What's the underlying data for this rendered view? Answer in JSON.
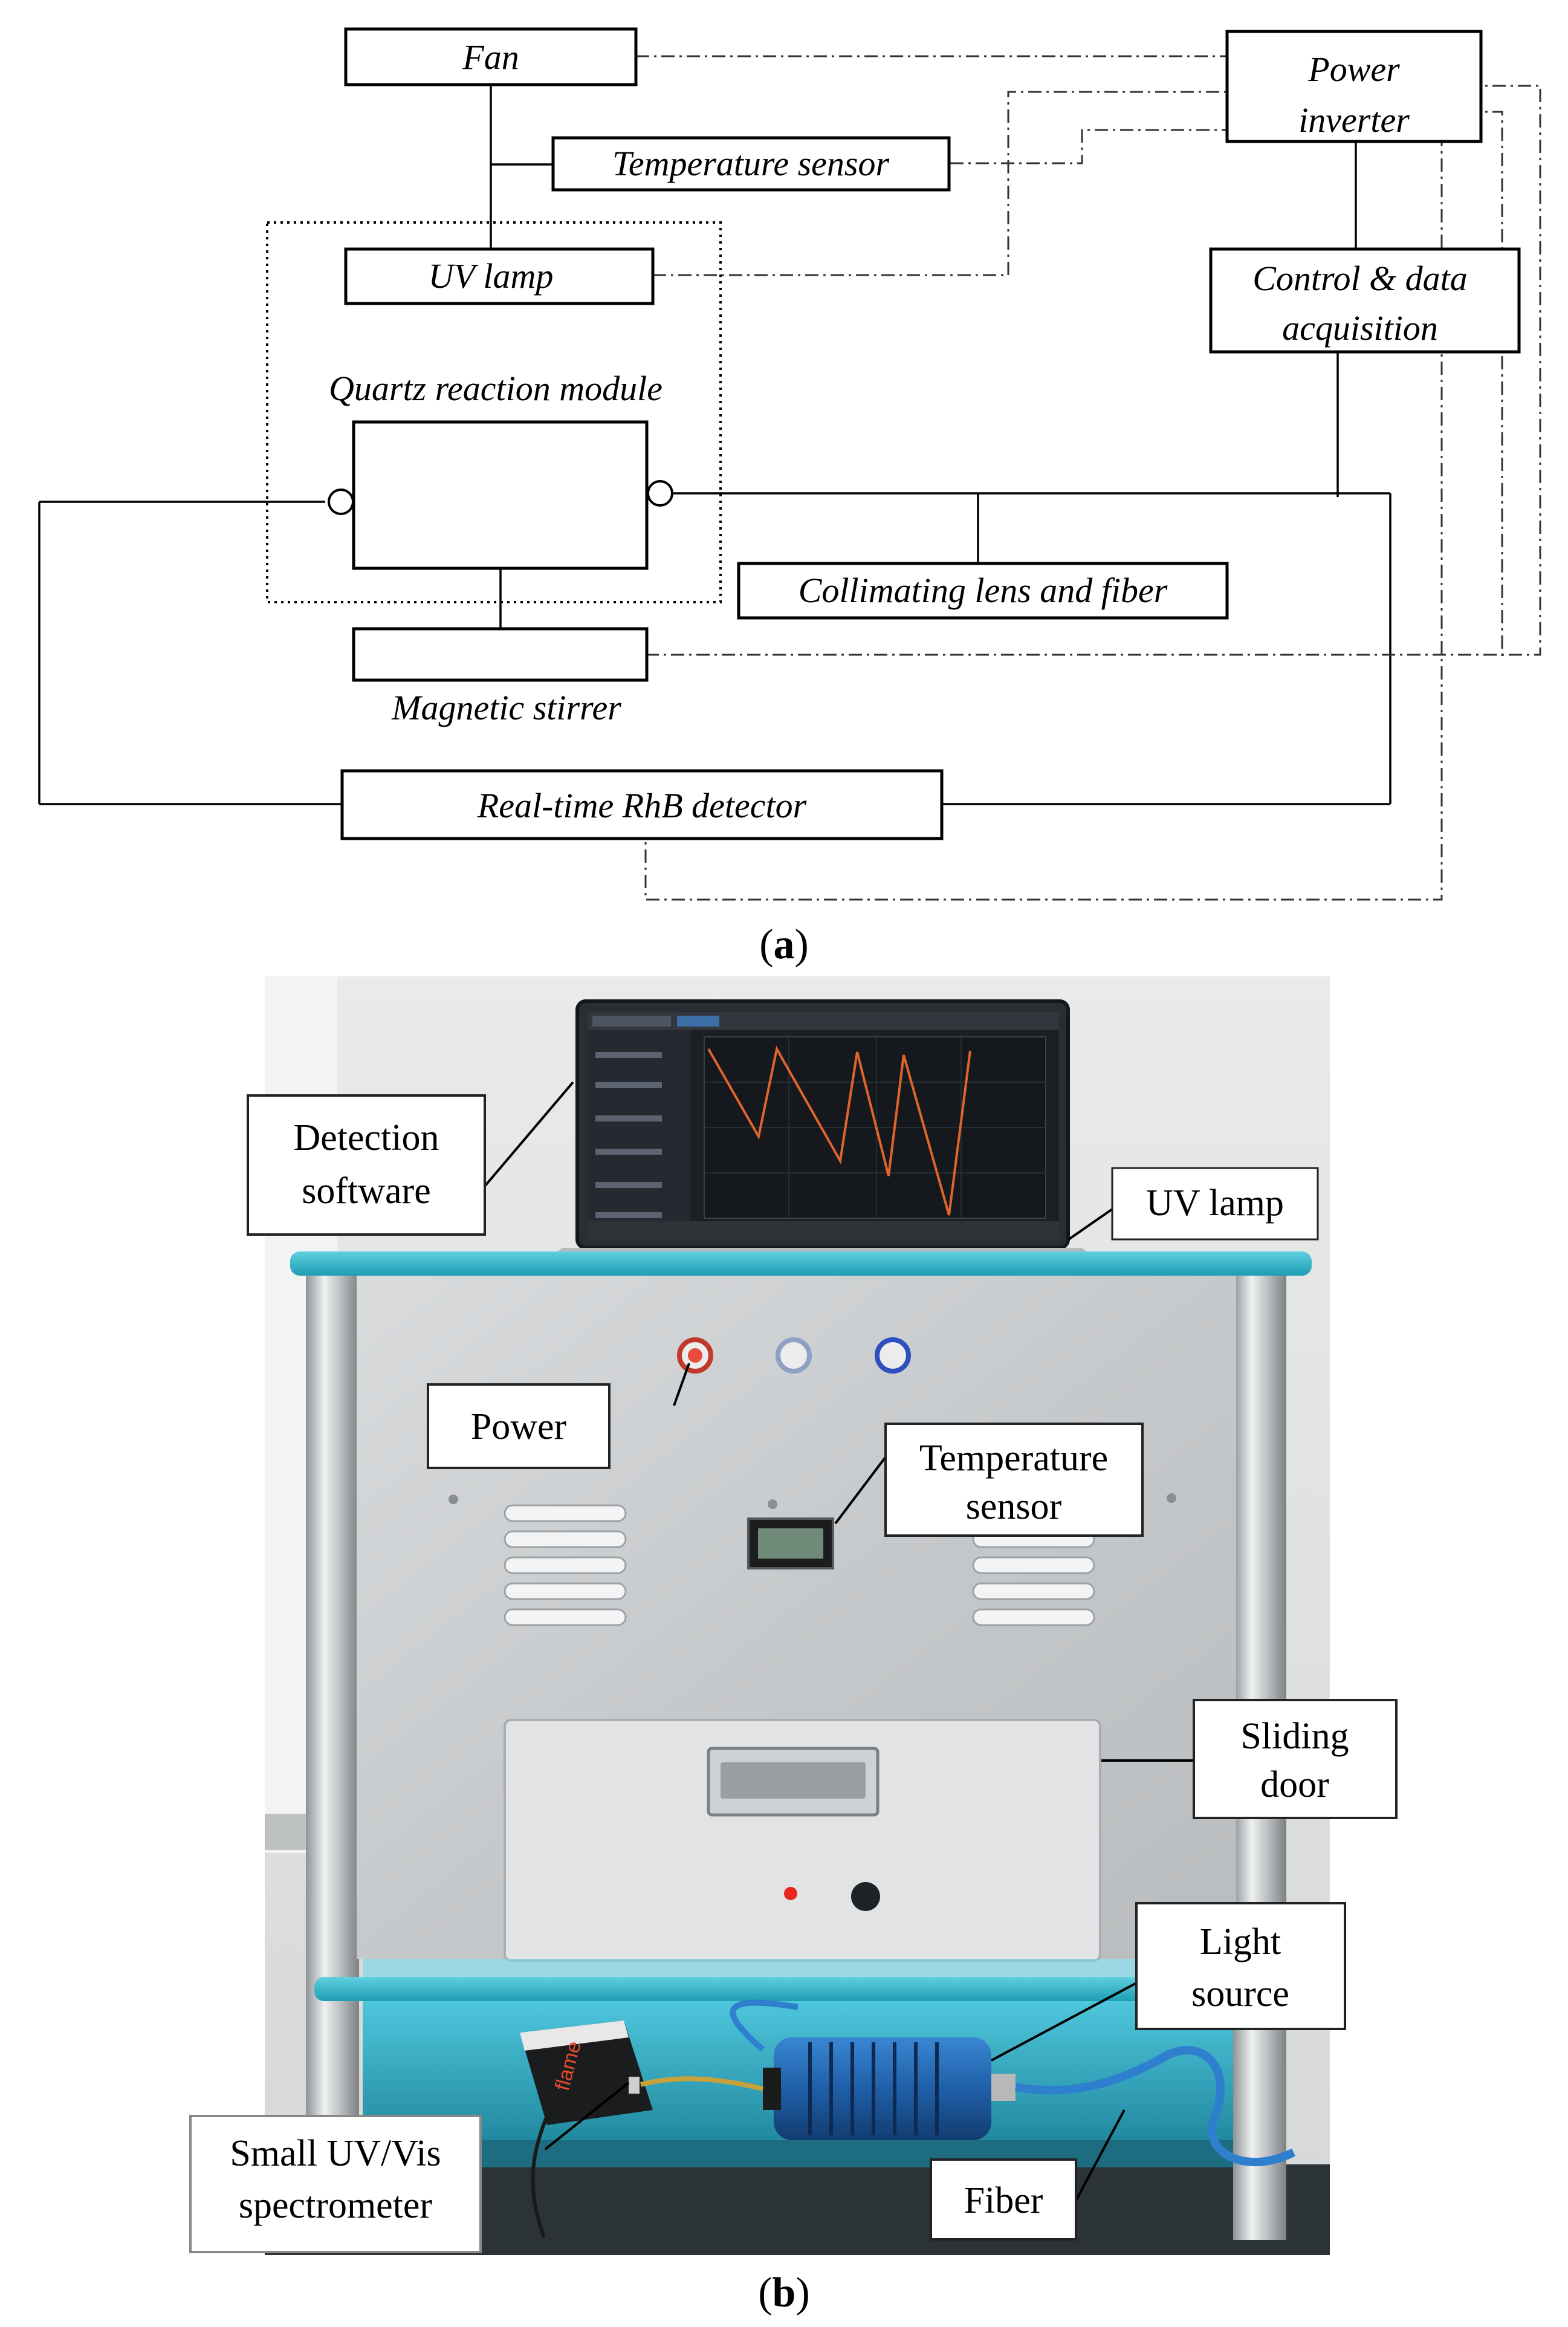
{
  "schematic": {
    "fan": "Fan",
    "power_inverter_line1": "Power",
    "power_inverter_line2": "inverter",
    "temperature_sensor": "Temperature sensor",
    "uv_lamp": "UV lamp",
    "control_line1": "Control & data",
    "control_line2": "acquisition",
    "quartz_module": "Quartz reaction module",
    "collimating": "Collimating lens and  fiber",
    "magnetic_stirrer": "Magnetic stirrer",
    "rhb_detector": "Real-time RhB detector"
  },
  "caption_a": {
    "open": "(",
    "letter": "a",
    "close": ")"
  },
  "photo": {
    "labels": {
      "detection_line1": "Detection",
      "detection_line2": "software",
      "uv_lamp": "UV lamp",
      "power": "Power",
      "temp_line1": "Temperature",
      "temp_line2": "sensor",
      "sliding_line1": "Sliding",
      "sliding_line2": "door",
      "light_line1": "Light",
      "light_line2": "source",
      "spectro_line1": "Small UV/Vis",
      "spectro_line2": "spectrometer",
      "fiber": "Fiber"
    },
    "spectrometer_brand": "flame",
    "colors": {
      "frame_teal": "#2fb3c9",
      "panel_silver": "#c8cacc",
      "light_source_blue": "#1f5fa8",
      "curve_orange": "#e0652a"
    }
  },
  "caption_b": {
    "open": "(",
    "letter": "b",
    "close": ")"
  }
}
